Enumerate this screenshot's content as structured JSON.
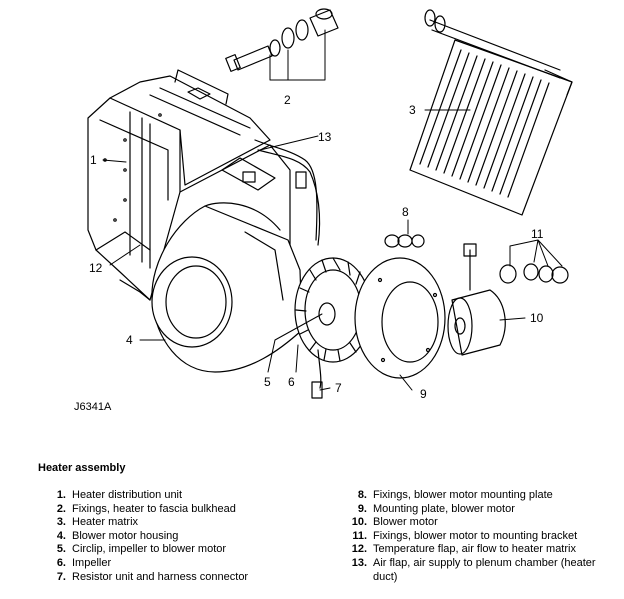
{
  "figure": {
    "code": "J6341A",
    "callouts": [
      "1",
      "2",
      "3",
      "4",
      "5",
      "6",
      "7",
      "8",
      "9",
      "10",
      "11",
      "12",
      "13"
    ]
  },
  "legend": {
    "title": "Heater assembly",
    "left": [
      {
        "num": "1.",
        "text": "Heater distribution unit"
      },
      {
        "num": "2.",
        "text": "Fixings, heater to fascia bulkhead"
      },
      {
        "num": "3.",
        "text": "Heater matrix"
      },
      {
        "num": "4.",
        "text": "Blower motor housing"
      },
      {
        "num": "5.",
        "text": "Circlip, impeller to blower motor"
      },
      {
        "num": "6.",
        "text": "Impeller"
      },
      {
        "num": "7.",
        "text": "Resistor unit and harness connector"
      }
    ],
    "right": [
      {
        "num": "8.",
        "text": "Fixings, blower motor mounting plate"
      },
      {
        "num": "9.",
        "text": "Mounting plate, blower motor"
      },
      {
        "num": "10.",
        "text": "Blower motor"
      },
      {
        "num": "11.",
        "text": "Fixings, blower motor to mounting bracket"
      },
      {
        "num": "12.",
        "text": "Temperature flap, air flow to heater matrix"
      },
      {
        "num": "13.",
        "text": "Air flap, air supply to plenum chamber (heater duct)"
      }
    ]
  }
}
